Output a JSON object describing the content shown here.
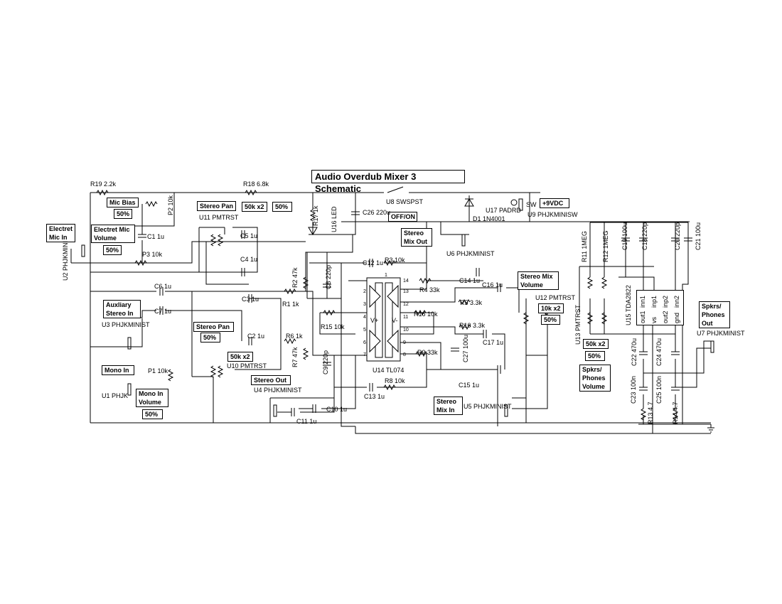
{
  "title": "Audio Overdub Mixer 3 Schematic",
  "boxes": {
    "mic_bias": "Mic Bias",
    "mic_bias_pct": "50%",
    "electret_mic_in": "Electret\nMic In",
    "electret_mic_volume": "Electret Mic\nVolume",
    "electret_mic_volume_pct": "50%",
    "stereo_pan_1": "Stereo Pan",
    "pot_u11_value": "50k x2",
    "pot_u11_pct": "50%",
    "off_on": "OFF/ON",
    "plus_9vdc": "+9VDC",
    "stereo_mix_out": "Stereo\nMix Out",
    "stereo_mix_volume": "Stereo Mix\nVolume",
    "pot_u12_value": "10k x2",
    "pot_u12_pct": "50%",
    "auxiliary_stereo_in": "Auxliary\nStereo  In",
    "stereo_pan_2": "Stereo Pan",
    "stereo_pan_2_pct": "50%",
    "pot_u10_value": "50k x2",
    "mono_in": "Mono In",
    "mono_in_volume": "Mono In\nVolume",
    "mono_in_volume_pct": "50%",
    "stereo_out": "Stereo Out",
    "stereo_mix_in": "Stereo\nMix In",
    "pot_u13_value": "50k x2",
    "pot_u13_pct": "50%",
    "spkrs_phones_volume": "Spkrs/\nPhones\nVolume",
    "spkrs_phones_out": "Spkrs/\nPhones\nOut"
  },
  "labels": {
    "r19": "R19 2.2k",
    "r18": "R18 6.8k",
    "p2": "P2 10k",
    "c1": "C1 1u",
    "p3": "P3 10k",
    "u2": "U2 PHJKMINI",
    "u11": "U11 PMTRST",
    "c5": "C5 1u",
    "c4": "C4 1u",
    "r17": "R17 1k",
    "u16": "U16 LED",
    "c26": "C26 220u",
    "u8": "U8 SWSPST",
    "d1": "D1 1N4001",
    "u17": "U17 PADRD",
    "sw": "SW",
    "u9": "U9 PHJKMINISW",
    "u6": "U6 PHJKMINIST",
    "c12": "C12 1u",
    "r3": "R3 10k",
    "c14": "C14 1u",
    "c8": "C8 220p",
    "r2": "R2 47k",
    "c16": "C16 1u",
    "r4": "R4 33k",
    "c6": "C6 1u",
    "c3": "C3 1u",
    "r1": "R1 1k",
    "u3": "U3 PHJKMINIST",
    "c7": "C7 1u",
    "r5": "R5 3.3k",
    "u12": "U12 PMTRST",
    "r15": "R15 10k",
    "r16": "R16 10k",
    "u14": "U14 TL074",
    "r10": "R10 3.3k",
    "c17": "C17 1u",
    "c2": "C2 1u",
    "r6": "R6 1k",
    "u10": "U10 PMTRST",
    "r7": "R7 47k",
    "c9": "C9 220p",
    "r9": "R9 33k",
    "c27": "C27 100u",
    "c15": "C15 1u",
    "r8": "R8 10k",
    "c13": "C13 1u",
    "p1": "P1 10k",
    "u1": "U1 PHJK",
    "u4": "U4 PHJKMINIST",
    "c10": "C10 1u",
    "c11": "C11 1u",
    "u5": "U5 PHJKMINIST",
    "r11": "R11 1MEG",
    "r12": "R12 1MEG",
    "c19": "C19 100u",
    "c18": "C18 220p",
    "c20": "C20 220p",
    "c21": "C21 100u",
    "u15": "U15 TDA2822",
    "u13": "U13 PMTRST",
    "u7": "U7 PHJKMINIST",
    "c22": "C22 470u",
    "c24": "C24 470u",
    "c23": "C23 100n",
    "c25": "C25 100n",
    "r13": "R13 4.7",
    "r14": "R14 4.7"
  },
  "tda2822_pins": {
    "inn1": "inn1",
    "inp1": "inp1",
    "inp2": "inp2",
    "inn2": "inn2",
    "out1": "out1",
    "vs": "vs",
    "out2": "out2",
    "gnd": "gnd"
  },
  "tl074_pins": {
    "p1": "1",
    "p2": "2",
    "p3": "3",
    "p4": "4",
    "p5": "5",
    "p6": "6",
    "p7": "7",
    "p8": "8",
    "p9": "9",
    "p10": "10",
    "p11": "11",
    "p12": "12",
    "p13": "13",
    "p14": "14",
    "vplus": "V+",
    "vminus": "V-"
  }
}
